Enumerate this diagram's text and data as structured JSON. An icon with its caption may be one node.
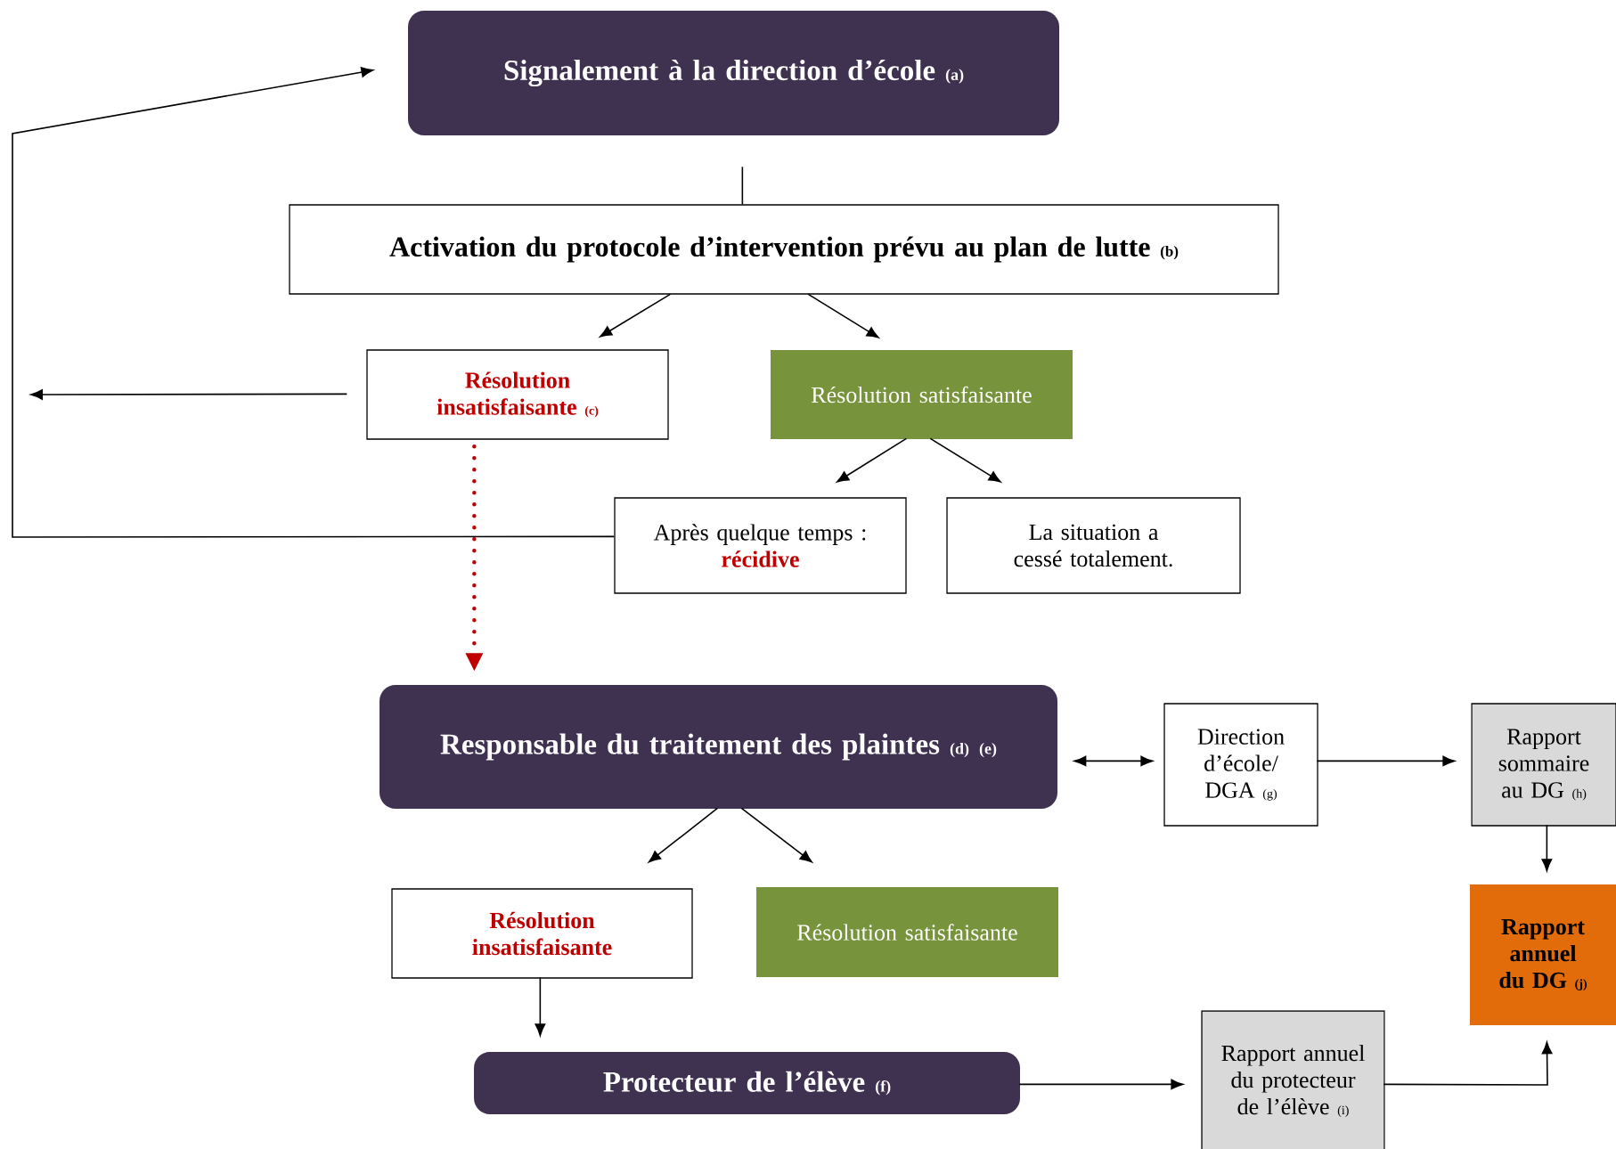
{
  "diagram": {
    "nodes": [
      {
        "text": [
          "Signalement à la direction d’école",
          "(a)"
        ]
      },
      {
        "text": [
          "Activation du protocole d’intervention prévu au plan de lutte",
          "(b)"
        ]
      },
      {
        "text": [
          "Résolution insatisfaisante",
          "(c)"
        ]
      },
      {
        "text": [
          "Résolution satisfaisante"
        ]
      },
      {
        "text": [
          "Après quelque temps :",
          "récidive"
        ]
      },
      {
        "text": [
          "La situation a cessé totalement."
        ]
      },
      {
        "text": [
          "Responsable du traitement des plaintes",
          "(d) (e)"
        ]
      },
      {
        "text": [
          "Direction d’école/ DGA",
          "(g)"
        ]
      },
      {
        "text": [
          "Rapport sommaire au DG",
          "(h)"
        ]
      },
      {
        "text": [
          "Résolution insatisfaisante"
        ]
      },
      {
        "text": [
          "Résolution satisfaisante"
        ]
      },
      {
        "text": [
          "Rapport annuel du DG",
          "(j)"
        ]
      },
      {
        "text": [
          "Protecteur de l’élève",
          "(f)"
        ]
      },
      {
        "text": [
          "Rapport annuel du protecteur de l’élève",
          "(i)"
        ]
      }
    ],
    "edges": [
      {
        "from": 0,
        "to": 1,
        "arrow": "none"
      },
      {
        "from": 1,
        "to": 2,
        "arrow": "to"
      },
      {
        "from": 1,
        "to": 3,
        "arrow": "to"
      },
      {
        "from": 2,
        "to": null,
        "arrow": "to"
      },
      {
        "from": 2,
        "to": 6,
        "arrow": "to",
        "style": "dashed",
        "color": "#c00000"
      },
      {
        "from": 3,
        "to": 4,
        "arrow": "to"
      },
      {
        "from": 3,
        "to": 5,
        "arrow": "to"
      },
      {
        "from": 4,
        "to": 0,
        "arrow": "to"
      },
      {
        "from": 6,
        "to": 7,
        "arrow": "both"
      },
      {
        "from": 7,
        "to": 8,
        "arrow": "to"
      },
      {
        "from": 8,
        "to": 11,
        "arrow": "to"
      },
      {
        "from": 6,
        "to": 9,
        "arrow": "to"
      },
      {
        "from": 6,
        "to": 10,
        "arrow": "to"
      },
      {
        "from": 9,
        "to": 12,
        "arrow": "to"
      },
      {
        "from": 12,
        "to": 13,
        "arrow": "to"
      },
      {
        "from": 13,
        "to": 11,
        "arrow": "to"
      }
    ]
  }
}
